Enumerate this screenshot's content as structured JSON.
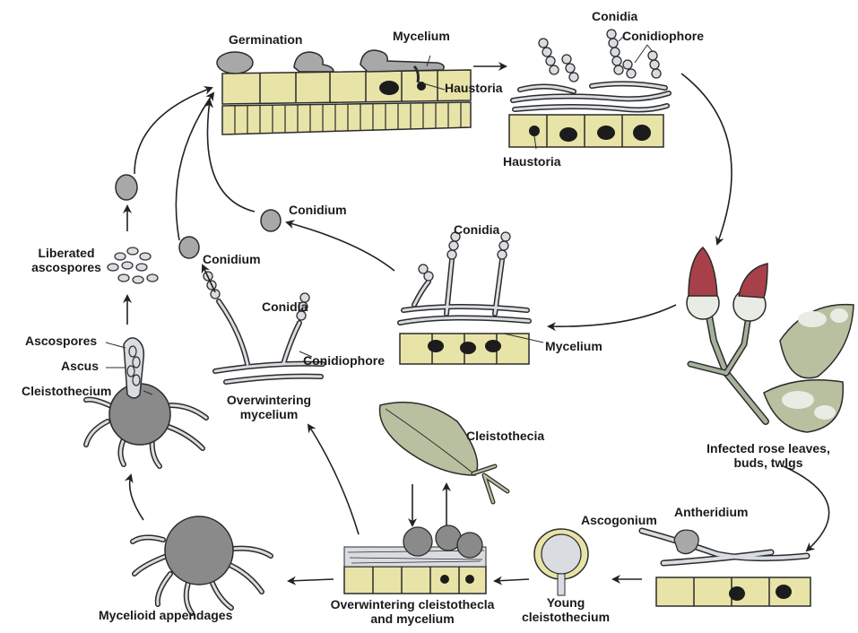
{
  "labels": {
    "germination": "Germination",
    "mycelium_top": "Mycelium",
    "haustoria_top": "Haustoria",
    "conidia_top": "Conidia",
    "conidiophore_top": "Conidiophore",
    "haustoria_right": "Haustoria",
    "conidium_mid": "Conidium",
    "conidia_mid": "Conidia",
    "mycelium_mid": "Mycelium",
    "conidium_left": "Conidium",
    "conidia_left": "Conidia",
    "conidiophore_left": "Conidiophore",
    "overwintering_mycelium": "Overwintering\nmycelium",
    "liberated_ascospores": "Liberated\nascospores",
    "ascospores": "Ascospores",
    "ascus": "Ascus",
    "cleistothecium": "Cleistothecium",
    "infected_rose": "Infected rose leaves,\nbuds, twlgs",
    "cleistothecia": "Cleistothecia",
    "ascogonium": "Ascogonium",
    "antheridium": "Antheridium",
    "young_cleistothecium": "Young\ncleistothecium",
    "overwintering_cleistothecia": "Overwintering cleistothecla\nand mycelium",
    "mycelioid_appendages": "Mycelioid appendages"
  },
  "colors": {
    "cell_fill": "#e8e4a8",
    "cell_stroke": "#2b2b2b",
    "hypha_fill": "#d9dde2",
    "spore_fill": "#a8a8a8",
    "haustorium_fill": "#1c1c1c",
    "leaf_fill": "#b8c0a0",
    "leaf_spot": "#e8ece4",
    "bud_red": "#a8404a",
    "stem_fill": "#a6b19a",
    "cleisto_fill": "#8a8a8a",
    "arrow": "#222222"
  }
}
